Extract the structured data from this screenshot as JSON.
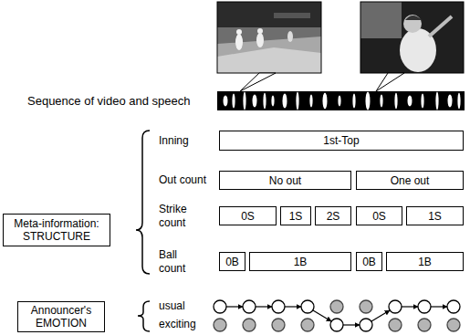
{
  "diagram": {
    "nodes": [
      {
        "text": [
          "Meta-information: STRUCTURE"
        ]
      },
      {
        "text": [
          "1st-Top"
        ]
      },
      {
        "text": [
          "No out"
        ]
      },
      {
        "text": [
          "One out"
        ]
      },
      {
        "text": [
          "0S"
        ]
      },
      {
        "text": [
          "1S"
        ]
      },
      {
        "text": [
          "2S"
        ]
      },
      {
        "text": [
          "0S"
        ]
      },
      {
        "text": [
          "1S"
        ]
      },
      {
        "text": [
          "0B"
        ]
      },
      {
        "text": [
          "1B"
        ]
      },
      {
        "text": [
          "0B"
        ]
      },
      {
        "text": [
          "1B"
        ]
      },
      {
        "text": [
          "Announcer's EMOTION"
        ]
      }
    ],
    "labels": [
      "Sequence of video and speech",
      "Inning",
      "Out count",
      "Strike count",
      "Ball count",
      "usual",
      "exciting"
    ]
  }
}
